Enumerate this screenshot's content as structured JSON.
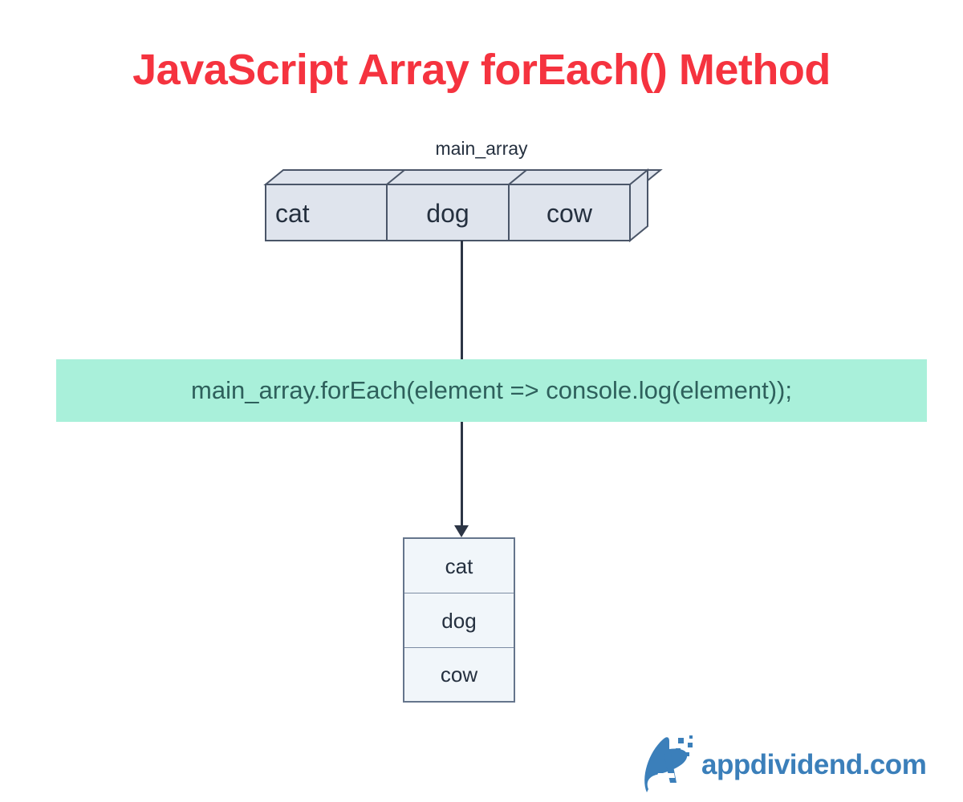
{
  "title": "JavaScript Array forEach() Method",
  "diagram": {
    "array_label": "main_array",
    "source_array": {
      "name": "main_array",
      "cells": [
        "cat",
        "dog",
        "cow"
      ]
    },
    "code_statement": "main_array.forEach(element => console.log(element));",
    "output": {
      "cells": [
        "cat",
        "dog",
        "cow"
      ]
    }
  },
  "branding": {
    "site_name": "appdividend.com"
  },
  "colors": {
    "title": "#f5333f",
    "code_bar_bg": "#a9f0da",
    "code_text": "#2e605c",
    "box_fill": "#dfe4ed",
    "box_border": "#4a5568",
    "output_fill": "#f1f6fa",
    "connector": "#2c3545",
    "brand_blue": "#3b7fba"
  }
}
